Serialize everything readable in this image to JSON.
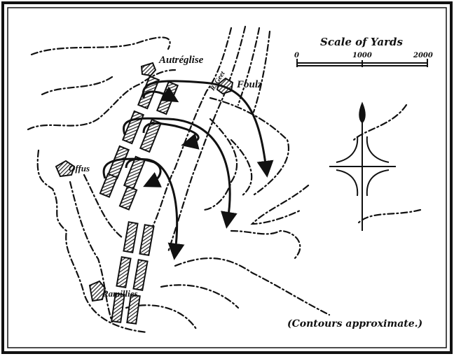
{
  "map": {
    "places": {
      "autreglise": "Autréglise",
      "foulz": "Foulz",
      "offus": "Offus",
      "ramillies": "Ramillies",
      "river": "R. Geet"
    },
    "scale": {
      "title": "Scale of Yards",
      "ticks": [
        "0",
        "1000",
        "2000"
      ]
    },
    "note": "(Contours approximate.)",
    "colors": {
      "ink": "#111111",
      "paper": "#ffffff"
    }
  }
}
